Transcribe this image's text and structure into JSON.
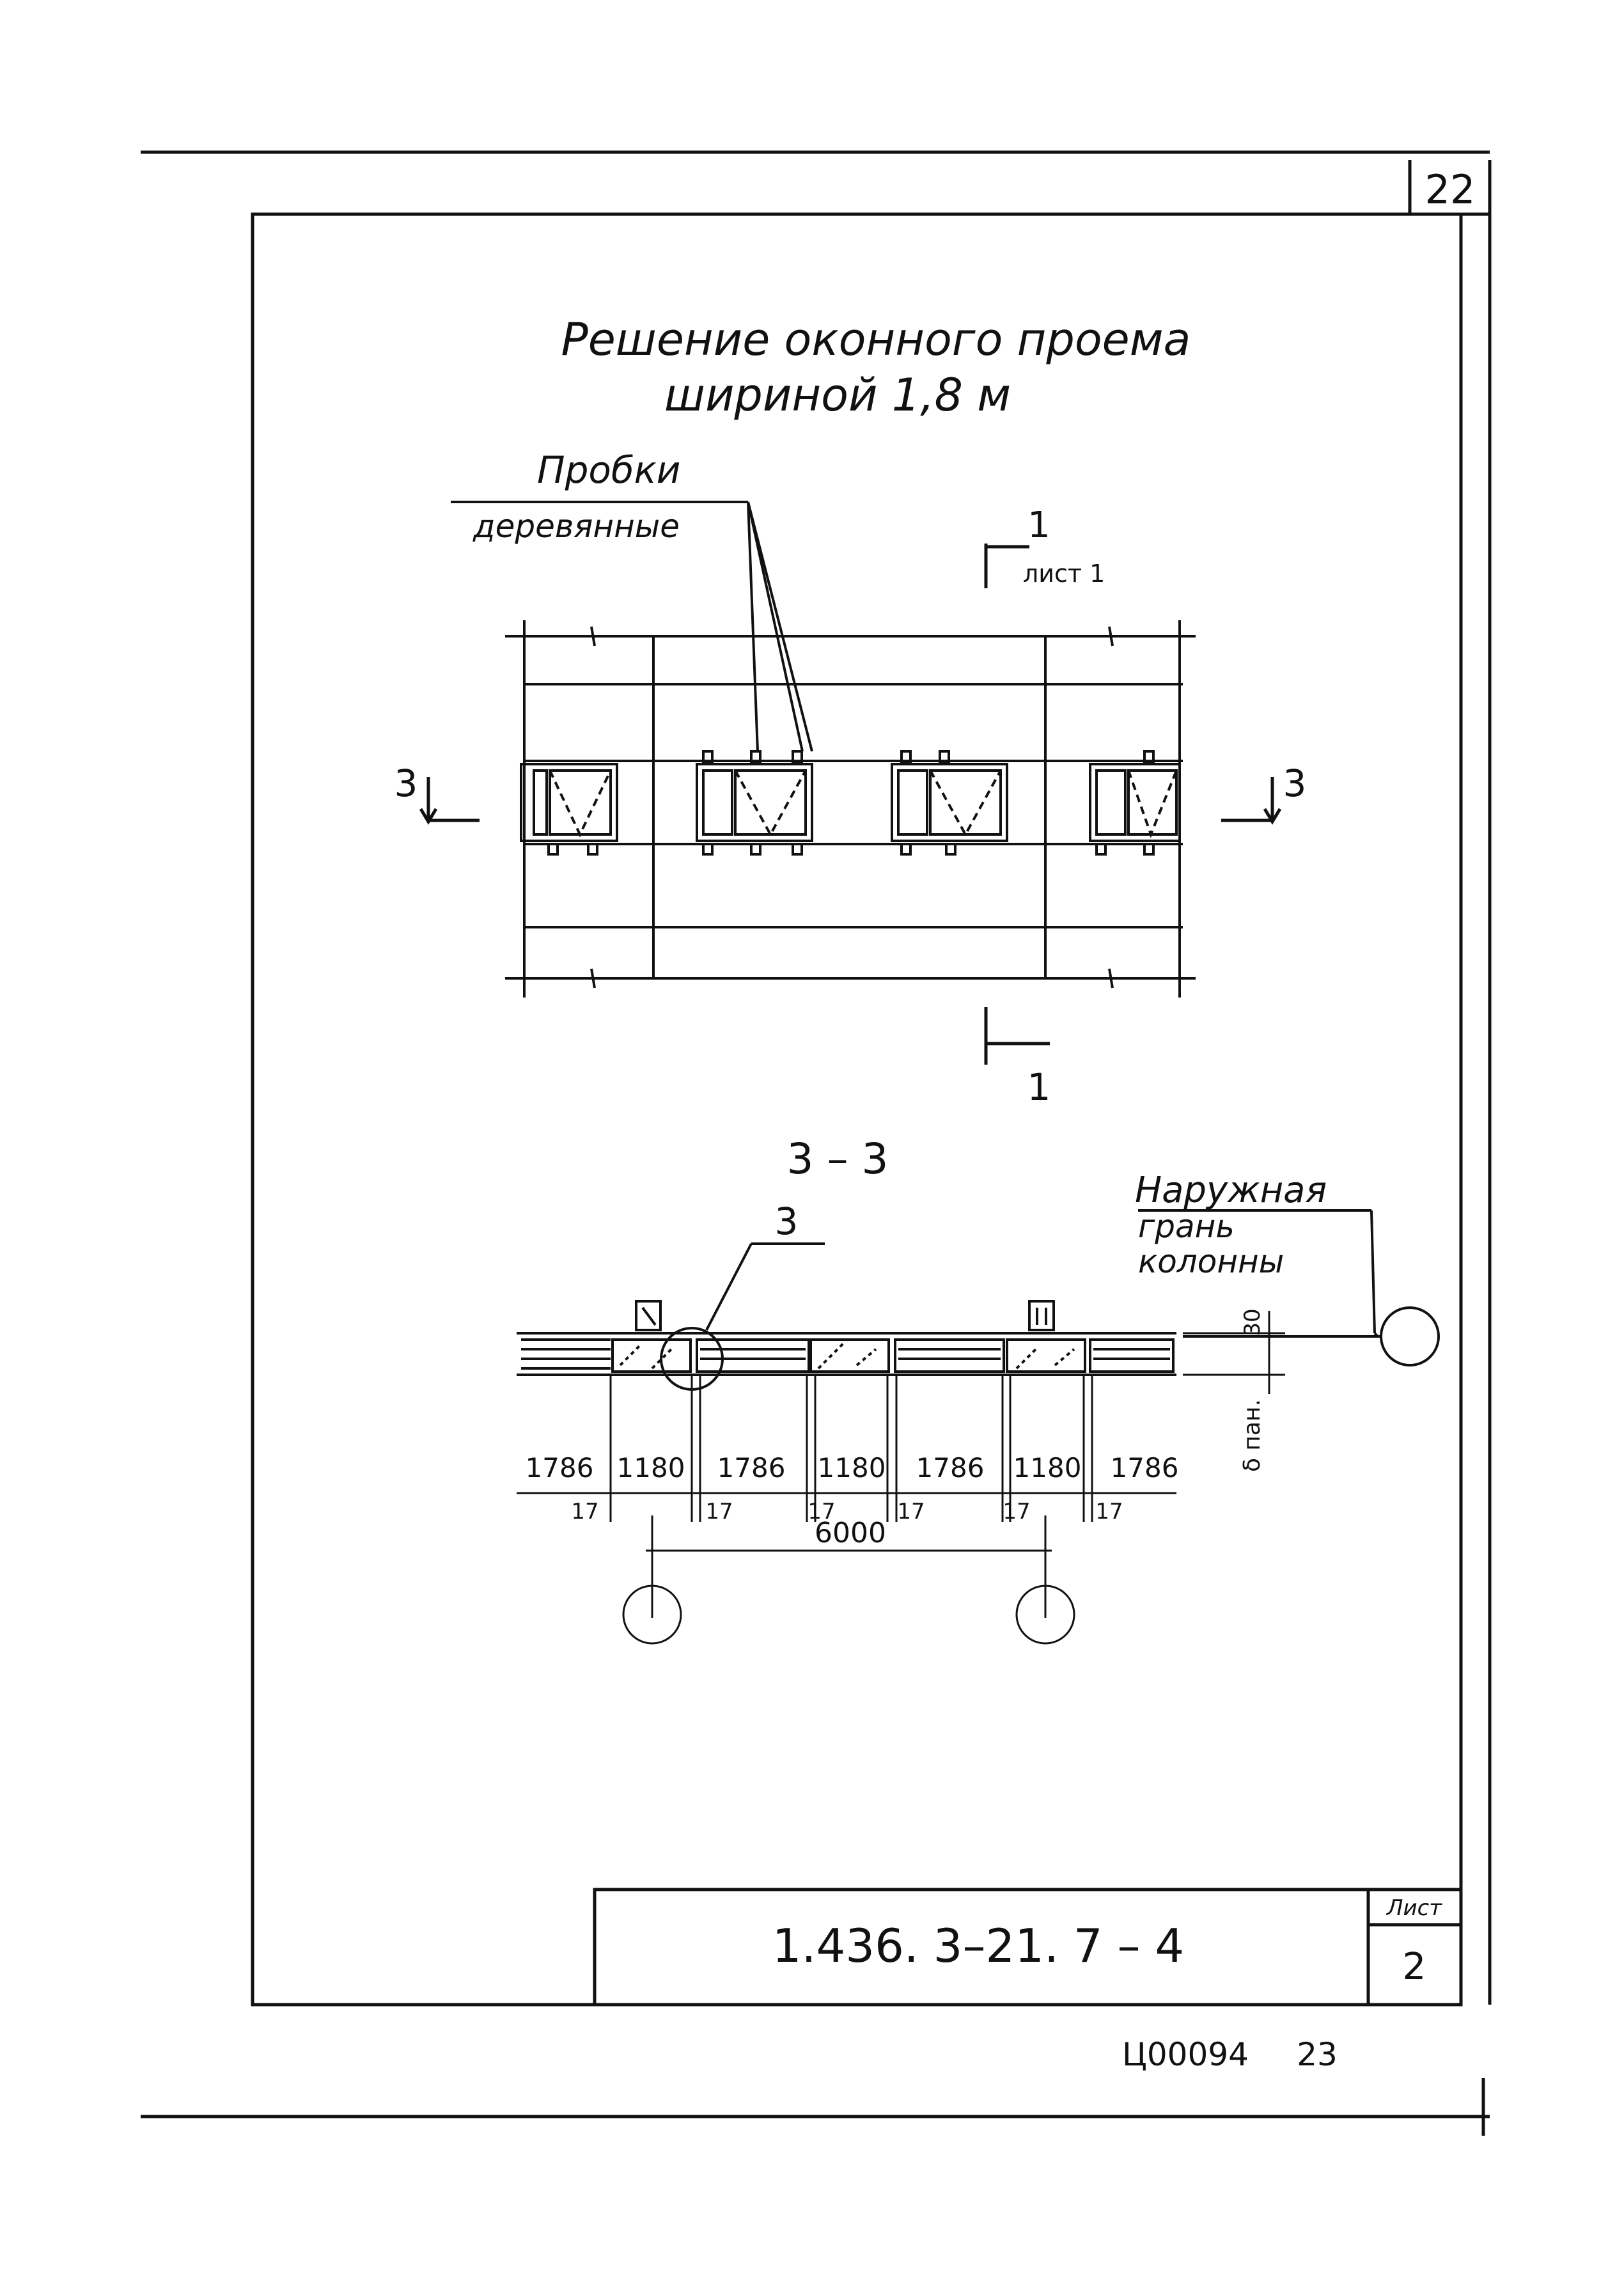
{
  "sheet": {
    "corner_number": "22",
    "bottom_code": "Ц00094",
    "bottom_page": "23"
  },
  "title": {
    "line1": "Решение оконного проема",
    "line2": "шириной 1,8 м"
  },
  "plan": {
    "plugs_label_1": "Пробки",
    "plugs_label_2": "деревянные",
    "cut_top_number": "1",
    "cut_top_ref": "лист 1",
    "cut_bottom_number": "1",
    "section_left_mark": "3",
    "section_right_mark": "3"
  },
  "section": {
    "title": "3 – 3",
    "detail_ref": "3",
    "facade_label_1": "Наружная",
    "facade_label_2": "грань",
    "facade_label_3": "колонны",
    "dim_30": "30",
    "dim_panel": "δ пан.",
    "dims_main": [
      "1786",
      "1180",
      "1786",
      "1180",
      "1786",
      "1180",
      "1786"
    ],
    "dims_small": [
      "17",
      "17",
      "17",
      "17",
      "17",
      "17"
    ],
    "dim_span": "6000"
  },
  "title_block": {
    "code": "1.436. 3–21. 7 – 4",
    "sheet_label": "Лист",
    "sheet_number": "2"
  }
}
